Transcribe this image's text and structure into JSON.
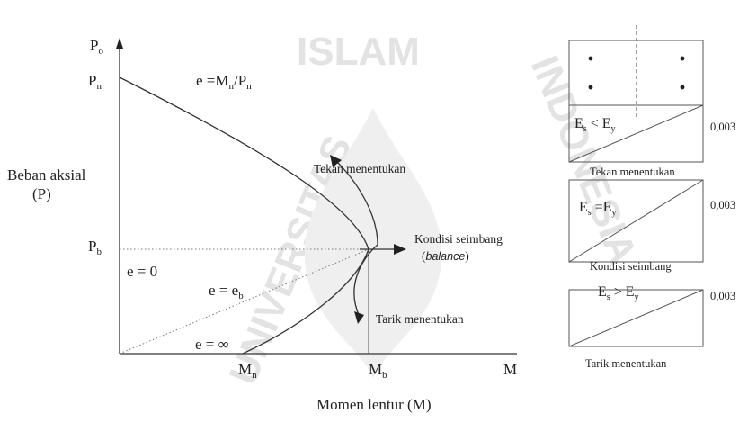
{
  "watermark": {
    "top": "ISLAM",
    "left": "UNIVERSITAS",
    "right": "INDONESIA"
  },
  "axes": {
    "y_top": "P",
    "y_top_sub": "o",
    "pn": "P",
    "pn_sub": "n",
    "pb": "P",
    "pb_sub": "b",
    "y_title_line1": "Beban aksial",
    "y_title_line2": "(P)",
    "mn": "M",
    "mn_sub": "n",
    "mb": "M",
    "mb_sub": "b",
    "m": "M",
    "x_title": "Momen lentur (M)"
  },
  "labels": {
    "ecc_top_prefix": "e =M",
    "ecc_top_sub1": "n",
    "ecc_top_mid": "/P",
    "ecc_top_sub2": "n",
    "e_zero": "e = 0",
    "e_b_prefix": "e = e",
    "e_b_sub": "b",
    "e_inf": "e = ∞",
    "tekan": "Tekan menentukan",
    "kondisi": "Kondisi seimbang",
    "balance": "balance",
    "tarik": "Tarik menentukan"
  },
  "sections": {
    "strain_value": "0,003",
    "case1_left": "E",
    "case1_left_sub": "s",
    "case1_op": " < E",
    "case1_right_sub": "y",
    "case1_caption": "Tekan menentukan",
    "case2_left": "E",
    "case2_left_sub": "s",
    "case2_op": " =E",
    "case2_right_sub": "y",
    "case2_caption": "Kondisi seimbang",
    "case3_left": "E",
    "case3_left_sub": "s",
    "case3_op": "  > E",
    "case3_right_sub": "y",
    "case3_caption": "Tarik menentukan"
  },
  "colors": {
    "ink": "#222222",
    "watermark": "#e3e3e3"
  }
}
